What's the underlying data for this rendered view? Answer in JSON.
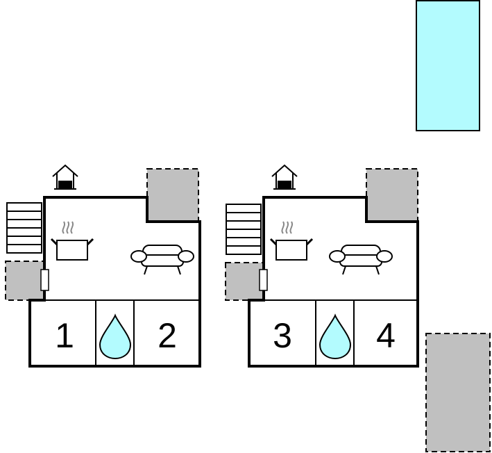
{
  "colors": {
    "pool": "#B3FBFE",
    "terrace": "#C0C0C0",
    "water": "#B3FBFE",
    "wall": "#000000",
    "floor": "#FFFFFF"
  },
  "units": [
    {
      "id": "unit-a",
      "bedrooms": [
        {
          "label": "1"
        },
        {
          "label": "2"
        }
      ],
      "icons": [
        "house-entrance-icon",
        "stairs-icon",
        "kitchen-pot-icon",
        "sofa-icon",
        "bathroom-water-drop-icon",
        "door-icon"
      ]
    },
    {
      "id": "unit-b",
      "bedrooms": [
        {
          "label": "3"
        },
        {
          "label": "4"
        }
      ],
      "icons": [
        "house-entrance-icon",
        "stairs-icon",
        "kitchen-pot-icon",
        "sofa-icon",
        "bathroom-water-drop-icon",
        "door-icon"
      ]
    }
  ],
  "features": [
    "swimming-pool",
    "terrace"
  ]
}
